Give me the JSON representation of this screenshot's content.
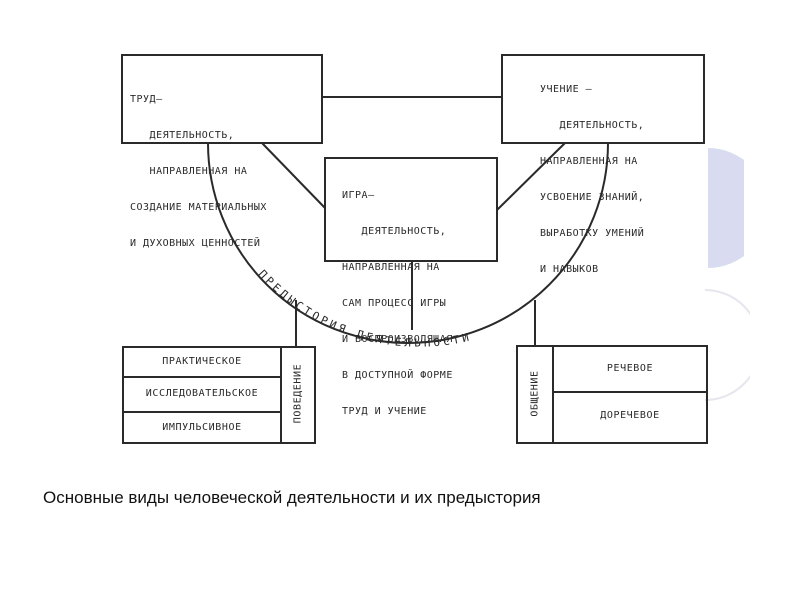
{
  "diagram": {
    "work_box": [
      "ТРУД—",
      "   ДЕЯТЕЛЬНОСТЬ,",
      "   НАПРАВЛЕННАЯ НА",
      "СОЗДАНИЕ МАТЕРИАЛЬНЫХ",
      "И ДУХОВНЫХ ЦЕННОСТЕЙ"
    ],
    "learning_box": [
      "УЧЕНИЕ —",
      "   ДЕЯТЕЛЬНОСТЬ,",
      "НАПРАВЛЕННАЯ НА",
      "УСВОЕНИЕ ЗНАНИЙ,",
      "ВЫРАБОТКУ УМЕНИЙ",
      "И НАВЫКОВ"
    ],
    "play_box": [
      "ИГРА—",
      "   ДЕЯТЕЛЬНОСТЬ,",
      "НАПРАВЛЕННАЯ НА",
      "САМ ПРОЦЕСС ИГРЫ",
      "И ВОСПРОИЗВОДЯЩАЯ",
      "В ДОСТУПНОЙ ФОРМЕ",
      "ТРУД И УЧЕНИЕ"
    ],
    "arc_label": "ПРЕДЫСТОРИЯ ДЕЯТЕЛЬНОСТИ",
    "behavior": {
      "label": "ПОВЕДЕНИЕ",
      "items": [
        "ПРАКТИЧЕСКОЕ",
        "ИССЛЕДОВАТЕЛЬСКОЕ",
        "ИМПУЛЬСИВНОЕ"
      ]
    },
    "communication": {
      "label": "ОБЩЕНИЕ",
      "items": [
        "РЕЧЕВОЕ",
        "ДОРЕЧЕВОЕ"
      ]
    }
  },
  "caption": "Основные виды человеческой деятельности и их предыстория",
  "colors": {
    "line": "#2a2a2a",
    "accent_circle": "#d9dcf0"
  }
}
